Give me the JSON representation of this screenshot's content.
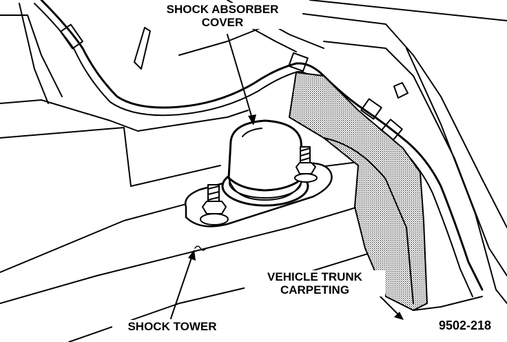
{
  "labels": {
    "shock_absorber_cover": [
      "SHOCK ABSORBER",
      "COVER"
    ],
    "vehicle_trunk_carpeting": [
      "VEHICLE TRUNK",
      "CARPETING"
    ],
    "shock_tower": "SHOCK TOWER",
    "figure_number": "9502-218"
  },
  "colors": {
    "ink": "#000000",
    "paper": "#ffffff",
    "carpet_shade": "#9a9a9a"
  }
}
